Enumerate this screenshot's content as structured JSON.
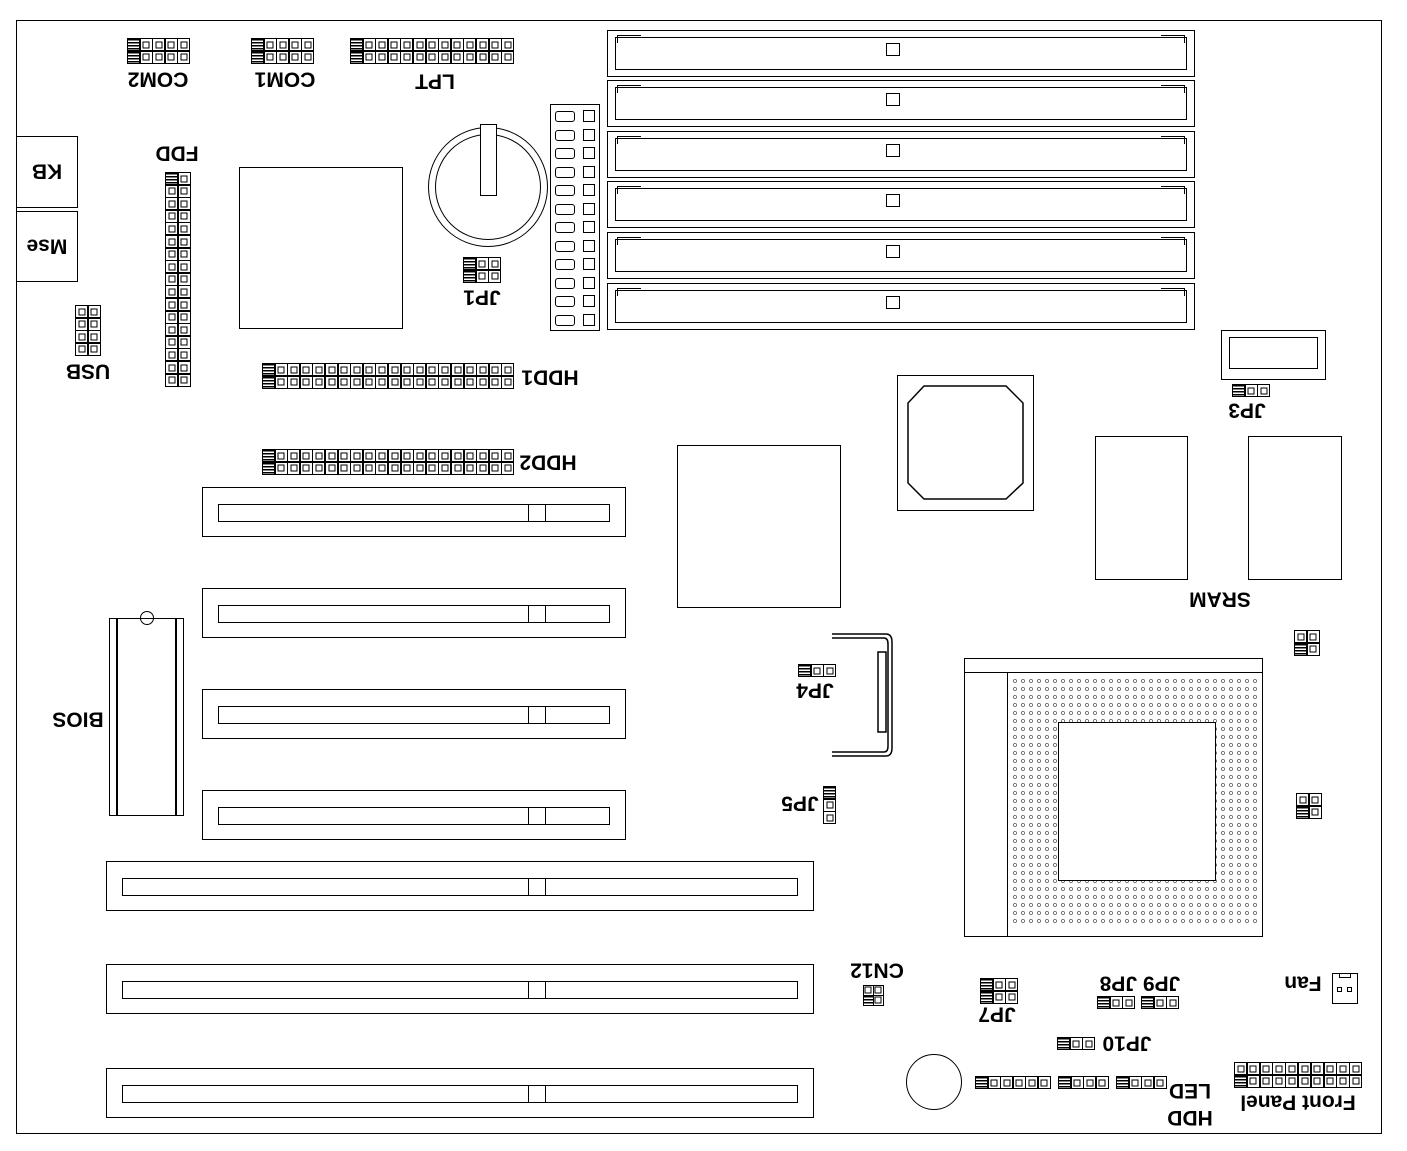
{
  "labels": {
    "com2": "COM2",
    "com1": "COM1",
    "lpt": "LPT",
    "fdd": "FDD",
    "kb": "KB",
    "mse": "Mse",
    "usb": "USB",
    "jp1": "JP1",
    "hdd1": "HDD1",
    "hdd2": "HDD2",
    "jp3": "JP3",
    "sram": "SRAM",
    "bios": "BIOS",
    "jp4": "JP4",
    "jp5": "JP5",
    "cn12": "CN12",
    "jp7": "JP7",
    "jp9_jp8": "JP9 JP8",
    "jp10": "JP10",
    "fan": "Fan",
    "front_panel": "Front Panel",
    "hdd_led": "HDD\nLED"
  }
}
